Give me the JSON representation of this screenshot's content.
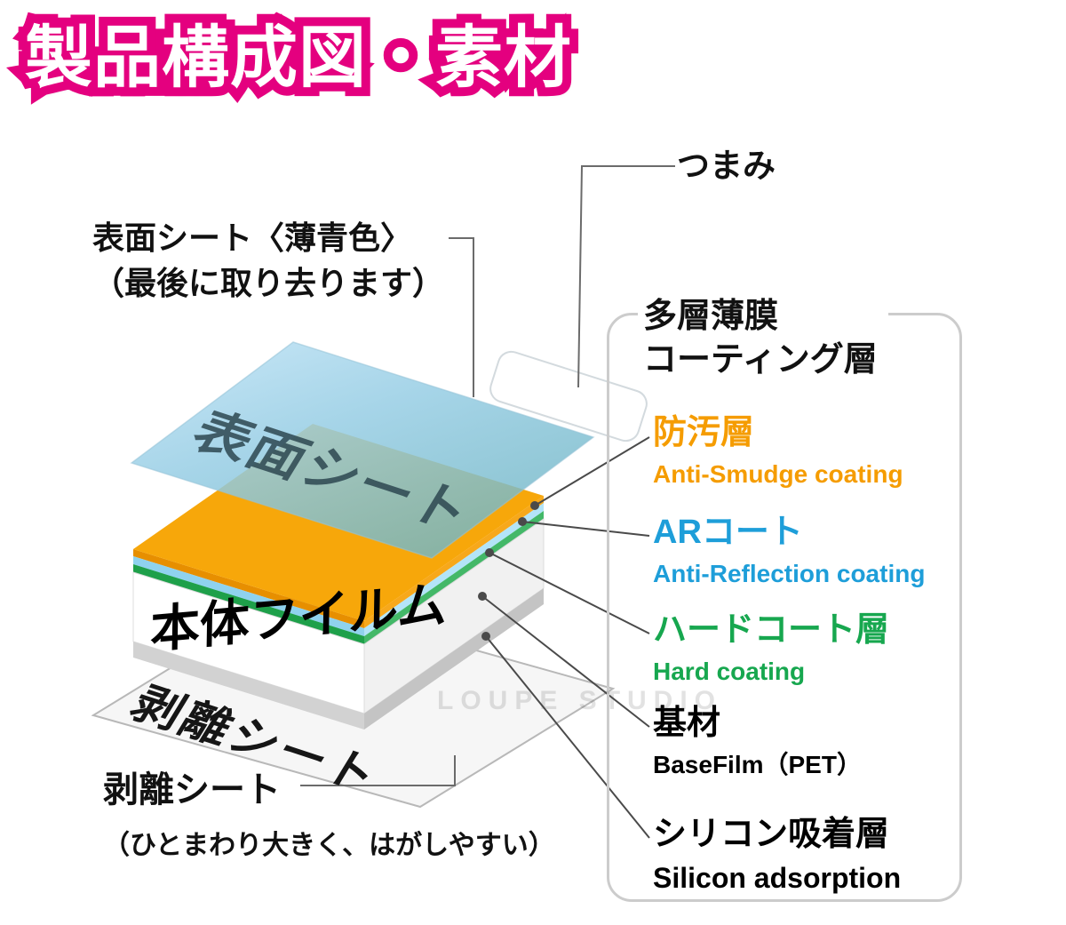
{
  "title": "製品構成図・素材",
  "labels": {
    "tab": "つまみ",
    "surface_sheet": {
      "line1": "表面シート〈薄青色〉",
      "line2": "（最後に取り去ります）"
    },
    "coating_group": {
      "line1": "多層薄膜",
      "line2": "コーティング層"
    },
    "release_sheet": {
      "line1": "剥離シート",
      "line2": "（ひとまわり大きく、はがしやすい）"
    }
  },
  "diagram_text": {
    "surface_sheet": "表面シート",
    "body_film": "本体フイルム",
    "release_sheet": "剥離シート",
    "watermark": "LOUPE STUDIO"
  },
  "layers": [
    {
      "id": "anti-smudge",
      "jp": "防汚層",
      "en": "Anti-Smudge coating",
      "color": "#f59c00"
    },
    {
      "id": "ar-coat",
      "jp": "ARコート",
      "en": "Anti-Reflection coating",
      "color": "#1e9ed9"
    },
    {
      "id": "hard-coat",
      "jp": "ハードコート層",
      "en": "Hard coating",
      "color": "#17a74f"
    },
    {
      "id": "base-film",
      "jp": "基材",
      "en": "BaseFilm（PET）",
      "color": "#000000"
    },
    {
      "id": "silicon",
      "jp": "シリコン吸着層",
      "en": "Silicon adsorption",
      "color": "#000000"
    }
  ],
  "colors": {
    "title_outline_pink": "#e4007f",
    "film_orange": "#f7a70a",
    "ar_blue_layer": "#8fd2ee",
    "hard_green_layer": "#1ea04a",
    "sheet_blue": "#bfe0f2",
    "release_gray": "#f6f6f6",
    "bracket_gray": "#cccccc"
  }
}
